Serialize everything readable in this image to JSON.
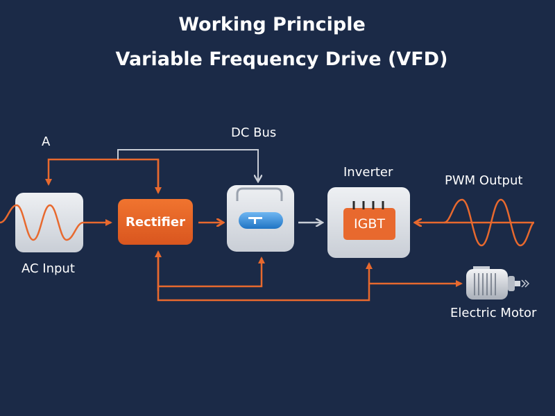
{
  "titles": {
    "line1": "Working Principle",
    "line2": "Variable Frequency Drive (VFD)"
  },
  "labels": {
    "a": "A",
    "dc_bus": "DC Bus",
    "inverter": "Inverter",
    "pwm_output": "PWM Output",
    "ac_input": "AC Input",
    "electric_motor": "Electric Motor"
  },
  "blocks": {
    "rectifier": "Rectifier",
    "igbt": "IGBT"
  },
  "colors": {
    "background": "#1b2a47",
    "accent_orange": "#e8692e",
    "arrow_gray": "#c8cdd6",
    "box_light": "#e4e7ec"
  }
}
